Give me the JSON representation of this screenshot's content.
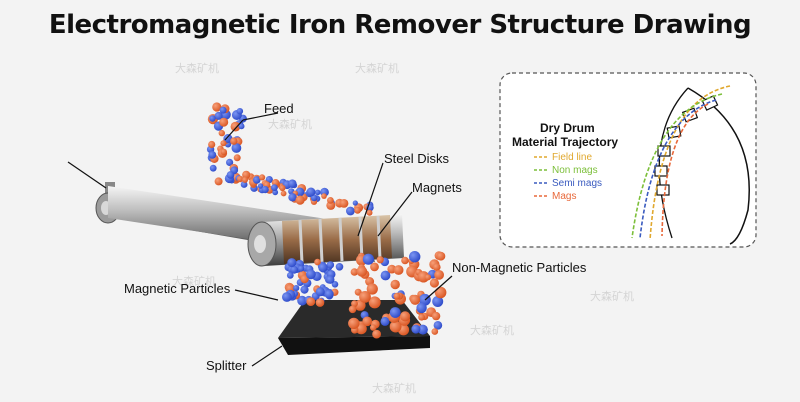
{
  "title": "Electromagnetic Iron Remover Structure Drawing",
  "labels": {
    "feed": "Feed",
    "steel_disks": "Steel Disks",
    "magnets": "Magnets",
    "non_magnetic_particles": "Non-Magnetic Particles",
    "magnetic_particles": "Magnetic Particles",
    "splitter": "Splitter"
  },
  "inset": {
    "title_line1": "Dry Drum",
    "title_line2": "Material Trajectory",
    "legend": [
      {
        "label": "Field line",
        "color": "#e0a82e"
      },
      {
        "label": "Non mags",
        "color": "#7cbf3a"
      },
      {
        "label": "Semi mags",
        "color": "#3a5bbf"
      },
      {
        "label": "Mags",
        "color": "#e8683a"
      }
    ]
  },
  "watermark": "大森矿机",
  "colors": {
    "orange": "#e8683a",
    "blue": "#3b5fd9",
    "accent_dark": "#2a2a2a"
  }
}
